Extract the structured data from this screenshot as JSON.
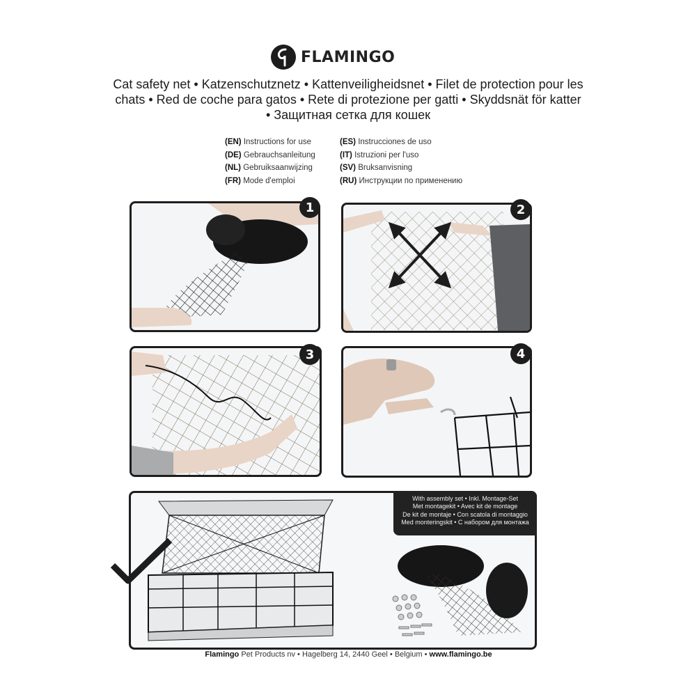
{
  "brand": {
    "name": "FLAMINGO"
  },
  "title": "Cat safety net • Katzenschutznetz • Kattenveiligheidsnet • Filet de protection pour les chats • Red de coche para gatos • Rete di protezione per gatti • Skyddsnät för katter • Защитная сетка для кошек",
  "languages_left": [
    {
      "code": "(EN)",
      "text": "Instructions for use"
    },
    {
      "code": "(DE)",
      "text": "Gebrauchsanleitung"
    },
    {
      "code": "(NL)",
      "text": "Gebruiksaanwijzing"
    },
    {
      "code": "(FR)",
      "text": "Mode d'emploi"
    }
  ],
  "languages_right": [
    {
      "code": "(ES)",
      "text": "Instrucciones de uso"
    },
    {
      "code": "(IT)",
      "text": "Istruzioni per l'uso"
    },
    {
      "code": "(SV)",
      "text": "Bruksanvisning"
    },
    {
      "code": "(RU)",
      "text": "Инструкции по применению"
    }
  ],
  "steps": [
    "1",
    "2",
    "3",
    "4"
  ],
  "kit_lines": [
    "With assembly set • Inkl. Montage-Set",
    "Met montagekit • Avec kit de montage",
    "De kit de montaje • Con scatola di montaggio",
    "Med monteringskit • С набором для монтажа"
  ],
  "footer": {
    "company": "Flamingo",
    "rest": " Pet Products nv • Hagelberg 14, 2440 Geel • Belgium • ",
    "url": "www.flamingo.be"
  },
  "colors": {
    "ink": "#1d1d1d",
    "panel_bg": "#f4f5f7"
  }
}
